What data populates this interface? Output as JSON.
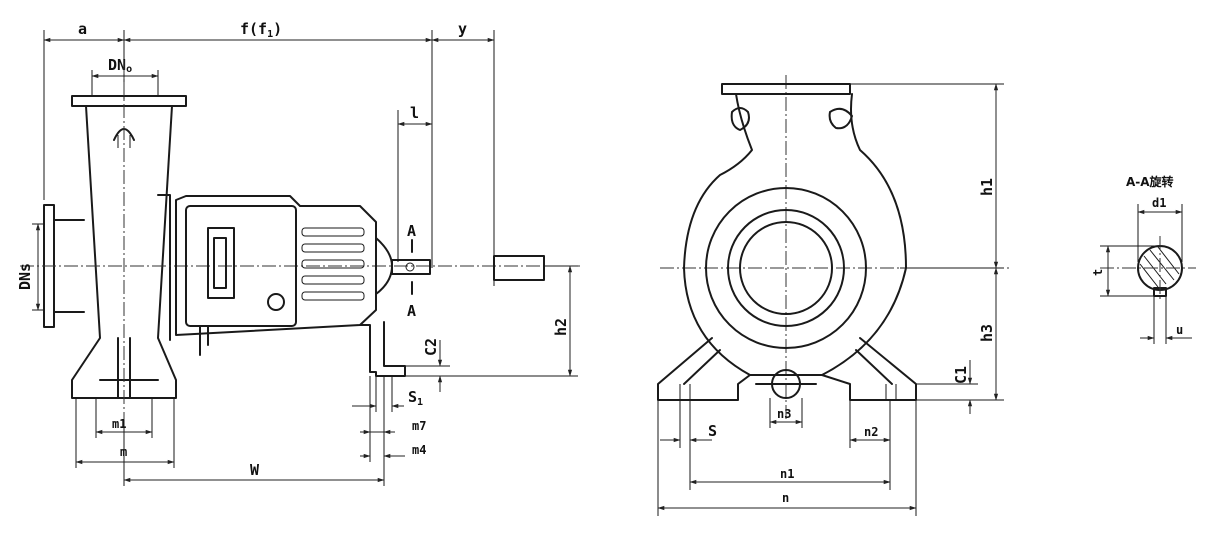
{
  "side_view": {
    "labels": {
      "a": "a",
      "f": "f(f",
      "f_sub": "1",
      "f_close": ")",
      "y": "y",
      "dno": "DN",
      "dno_sub": "o",
      "l": "l",
      "dns": "DNs",
      "section_top": "A",
      "section_bottom": "A",
      "h2": "h2",
      "c2": "C2",
      "s1": "S",
      "s1_sub": "1",
      "m7": "m7",
      "m4": "m4",
      "m1": "m1",
      "m": "m",
      "w": "W"
    }
  },
  "front_view": {
    "labels": {
      "h1": "h1",
      "h3": "h3",
      "c1": "C1",
      "n3": "n3",
      "s": "S",
      "n2": "n2",
      "n1": "n1",
      "n": "n"
    }
  },
  "section_view": {
    "title": "A-A旋转",
    "labels": {
      "d1": "d1",
      "t": "t",
      "u": "u"
    }
  }
}
